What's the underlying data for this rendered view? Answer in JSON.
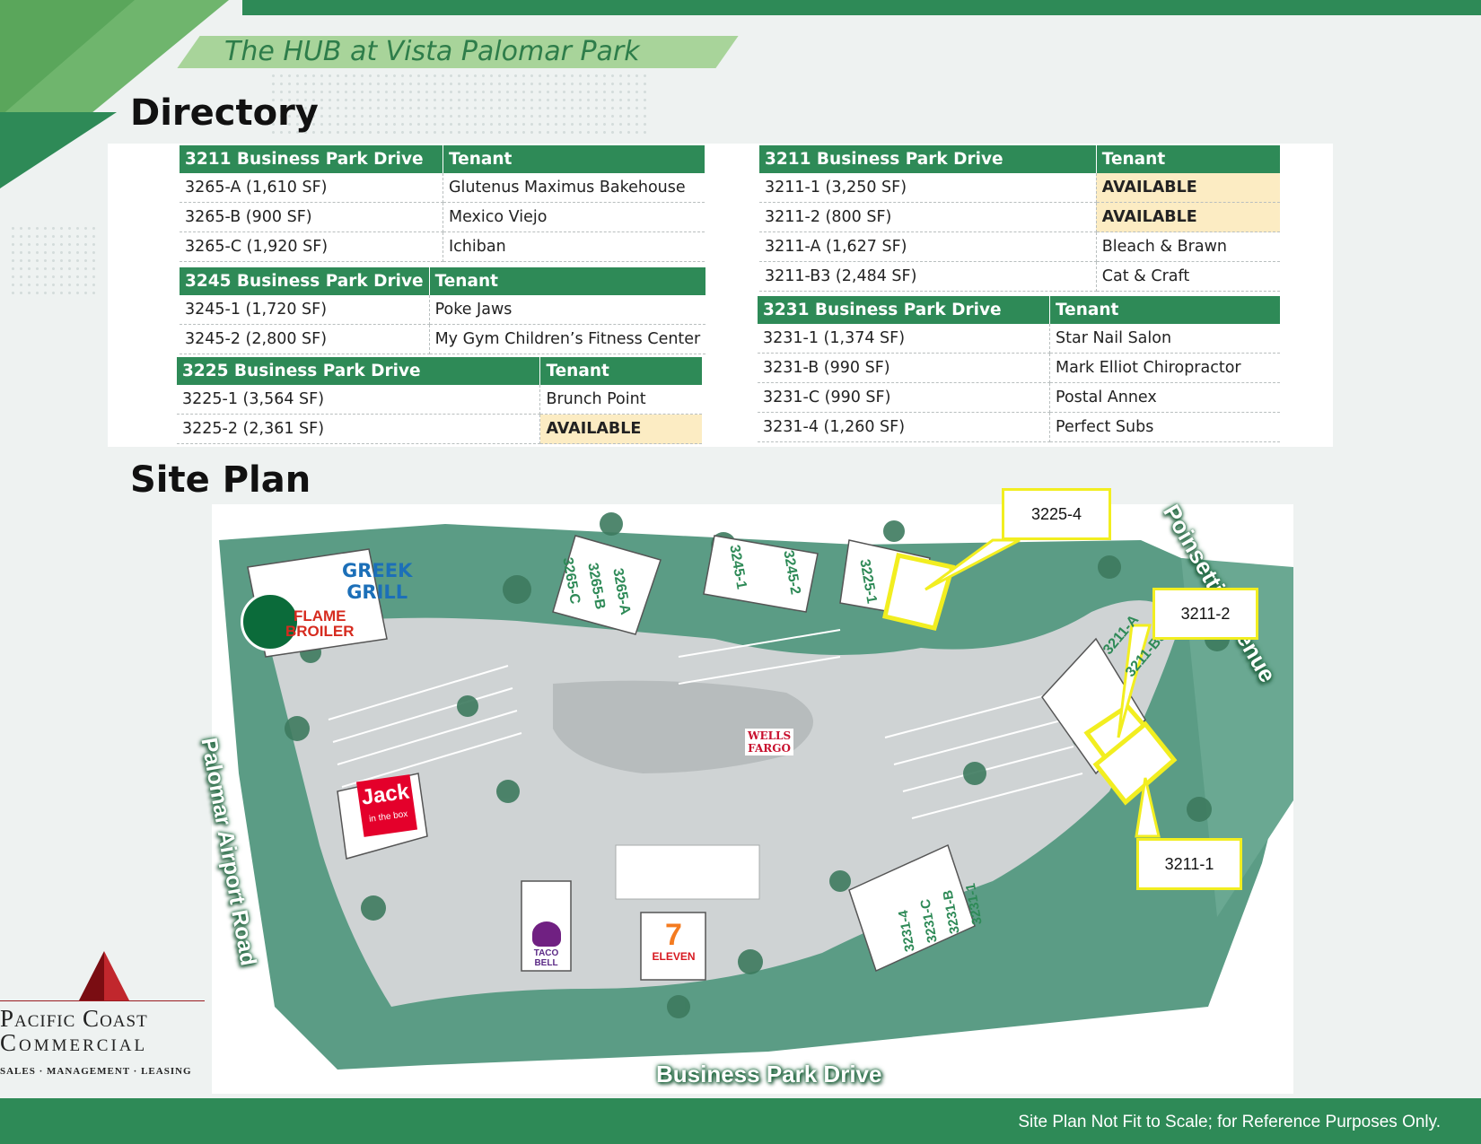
{
  "header": {
    "subtitle": "The HUB at Vista Palomar Park",
    "directory_title": "Directory",
    "site_plan_title": "Site Plan"
  },
  "colors": {
    "brand_green": "#2e8a57",
    "available_bg": "#fcecc3",
    "highlight_yellow": "#f2ee20"
  },
  "directory": {
    "left": [
      {
        "header": [
          "3211  Business Park Drive",
          "Tenant"
        ],
        "rows": [
          [
            "3265-A (1,610 SF)",
            "Glutenus Maximus Bakehouse",
            false
          ],
          [
            "3265-B (900 SF)",
            "Mexico Viejo",
            false
          ],
          [
            "3265-C (1,920 SF)",
            "Ichiban",
            false
          ]
        ]
      },
      {
        "header": [
          "3245  Business Park Drive",
          "Tenant"
        ],
        "rows": [
          [
            "3245-1 (1,720 SF)",
            "Poke Jaws",
            false
          ],
          [
            "3245-2 (2,800 SF)",
            "My Gym Children’s Fitness Center",
            false
          ]
        ]
      },
      {
        "header": [
          "3225  Business Park Drive",
          "Tenant"
        ],
        "rows": [
          [
            "3225-1 (3,564 SF)",
            "Brunch Point",
            false
          ],
          [
            "3225-2 (2,361 SF)",
            "AVAILABLE",
            true
          ]
        ]
      }
    ],
    "right": [
      {
        "header": [
          "3211  Business Park Drive",
          "Tenant"
        ],
        "rows": [
          [
            "3211-1 (3,250 SF)",
            "AVAILABLE",
            true
          ],
          [
            "3211-2 (800 SF)",
            "AVAILABLE",
            true
          ],
          [
            "3211-A (1,627 SF)",
            "Bleach & Brawn",
            false
          ],
          [
            "3211-B3 (2,484 SF)",
            "Cat & Craft",
            false
          ]
        ]
      },
      {
        "header": [
          "3231  Business Park Drive",
          "Tenant"
        ],
        "rows": [
          [
            "3231-1 (1,374 SF)",
            "Star Nail Salon",
            false
          ],
          [
            "3231-B (990 SF)",
            "Mark Elliot Chiropractor",
            false
          ],
          [
            "3231-C (990 SF)",
            "Postal Annex",
            false
          ],
          [
            "3231-4 (1,260 SF)",
            "Perfect Subs",
            false
          ]
        ]
      }
    ]
  },
  "site_plan": {
    "callouts": {
      "c3225_4": "3225-4",
      "c3211_2": "3211-2",
      "c3211_1": "3211-1"
    },
    "roads": {
      "poinsettia": "Poinsettia Avenue",
      "palomar": "Palomar Airport Road",
      "business_park": "Business Park Drive"
    },
    "unit_labels": {
      "u3265c": "3265-C",
      "u3265b": "3265-B",
      "u3265a": "3265-A",
      "u3245_1": "3245-1",
      "u3245_2": "3245-2",
      "u3225_1": "3225-1",
      "u3211a": "3211-A",
      "u3211b3": "3211-B3",
      "u3231_4": "3231-4",
      "u3231c": "3231-C",
      "u3231b": "3231-B",
      "u3231_1": "3231-1"
    },
    "logos": {
      "greek_1": "GREEK",
      "greek_2": "GRILL",
      "flame_1": "FLAME",
      "flame_2": "BROILER",
      "wells_1": "WELLS",
      "wells_2": "FARGO",
      "jack": "Jack",
      "jack_sub": "in the box",
      "taco_1": "TACO",
      "taco_2": "BELL",
      "seven": "7",
      "eleven": "ELEVEN"
    }
  },
  "company": {
    "line1": "Pacific Coast",
    "line2": "Commercial",
    "tagline": "Sales · Management · Leasing"
  },
  "footer": {
    "note": "Site Plan Not Fit to Scale; for Reference Purposes Only."
  }
}
